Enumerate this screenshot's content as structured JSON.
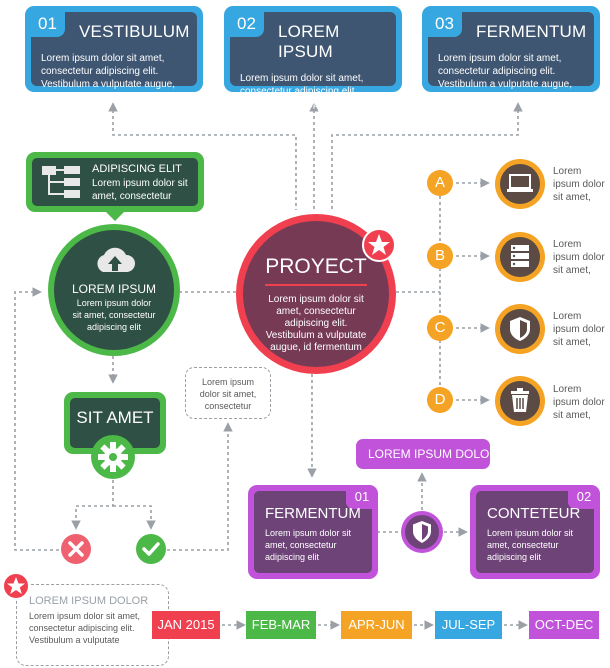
{
  "colors": {
    "blue": "#36a7e0",
    "dark_slate": "#3f5672",
    "green": "#4cb848",
    "dark_green": "#2f5044",
    "red": "#f04050",
    "maroon": "#763a55",
    "orange": "#f4a324",
    "purple": "#c053d9",
    "dark_purple": "#6e4478",
    "grey_line": "#9aa0a6"
  },
  "top_boxes": [
    {
      "num": "01",
      "title": "VESTIBULUM",
      "body": "Lorem ipsum dolor sit amet, consectetur adipiscing elit. Vestibulum a vulputate augue,"
    },
    {
      "num": "02",
      "title": "LOREM IPSUM",
      "body": "Lorem ipsum dolor sit amet, consectetur adipiscing elit. Vestibulum a vulputate augue,"
    },
    {
      "num": "03",
      "title": "FERMENTUM",
      "body": "Lorem ipsum dolor sit amet, consectetur adipiscing elit. Vestibulum a vulputate augue,"
    }
  ],
  "adipiscing": {
    "title": "ADIPISCING ELIT",
    "body": "Lorem ipsum dolor sit amet, consectetur",
    "icon": "hierarchy-icon"
  },
  "lorem_circle": {
    "title": "LOREM IPSUM",
    "body": "Lorem ipsum dolor sit amet, consectetur adipiscing elit",
    "icon": "cloud-upload-icon"
  },
  "proyect": {
    "title": "PROYECT",
    "body": "Lorem ipsum dolor sit amet, consectetur adipiscing elit. Vestibulum a vulputate augue, id fermentum",
    "icon": "star-icon"
  },
  "sit_amet": {
    "title": "SIT AMET",
    "icon": "gear-icon"
  },
  "note": {
    "body": "Lorem ipsum dolor sit amet, consectetur"
  },
  "steps": [
    {
      "letter": "A",
      "icon": "laptop-icon",
      "body": "Lorem ipsum dolor sit amet,"
    },
    {
      "letter": "B",
      "icon": "server-icon",
      "body": "Lorem ipsum dolor sit amet,"
    },
    {
      "letter": "C",
      "icon": "shield-icon",
      "body": "Lorem ipsum dolor sit amet,"
    },
    {
      "letter": "D",
      "icon": "trash-icon",
      "body": "Lorem ipsum dolor sit amet,"
    }
  ],
  "purple_label": "LOREM IPSUM DOLOR",
  "fermentum_box": {
    "num": "01",
    "title": "FERMENTUM",
    "body": "Lorem ipsum dolor sit amet, consectetur adipiscing elit"
  },
  "conteteur_box": {
    "num": "02",
    "title": "CONTETEUR",
    "body": "Lorem ipsum dolor sit amet, consectetur adipiscing elit"
  },
  "bottom_note": {
    "title": "LOREM IPSUM DOLOR",
    "body": "Lorem ipsum dolor sit amet, consectetur adipiscing elit. Vestibulum a vulputate"
  },
  "timeline": [
    "JAN 2015",
    "FEB-MAR",
    "APR-JUN",
    "JUL-SEP",
    "OCT-DEC"
  ]
}
